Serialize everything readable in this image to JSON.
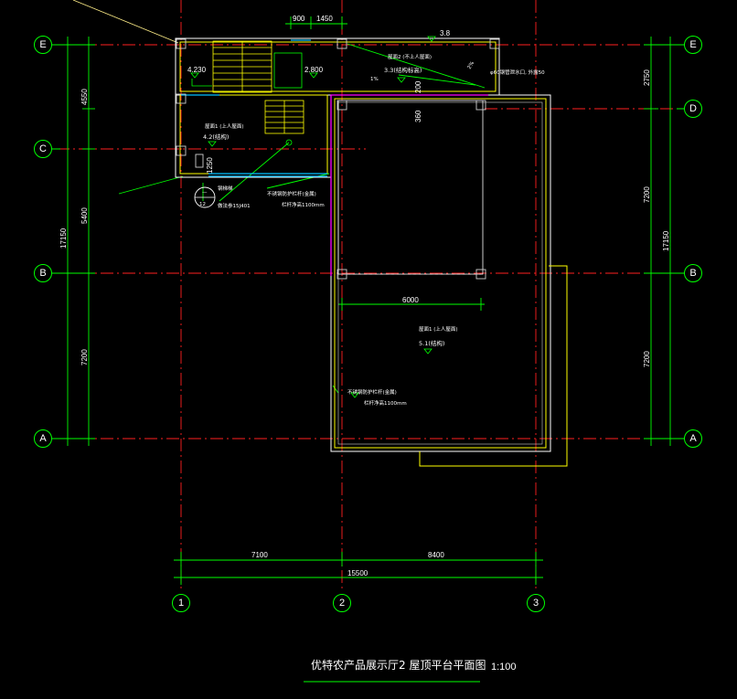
{
  "drawing": {
    "title": "优特农产品展示厅2  屋顶平台平面图",
    "scale": "1:100"
  },
  "axes": {
    "rows_left": [
      {
        "label": "E"
      },
      {
        "label": "C"
      },
      {
        "label": "B"
      },
      {
        "label": "A"
      }
    ],
    "rows_right": [
      {
        "label": "E"
      },
      {
        "label": "D"
      },
      {
        "label": "B"
      },
      {
        "label": "A"
      }
    ],
    "columns": [
      {
        "label": "1"
      },
      {
        "label": "2"
      },
      {
        "label": "3"
      }
    ]
  },
  "dimensions": {
    "bottom_7100": "7100",
    "bottom_8400": "8400",
    "bottom_total": "15500",
    "top_900": "900",
    "top_1450": "1450",
    "left_4550": "4550",
    "left_5400": "5400",
    "left_7200": "7200",
    "left_total": "17150",
    "right_2750": "2750",
    "right_7200a": "7200",
    "right_7200b": "7200",
    "right_total": "17150",
    "inner_6000": "6000",
    "inner_200": "200",
    "inner_360": "360",
    "inner_1250": "1250"
  },
  "elevations": {
    "e_3_8": "3.8",
    "e_4_230": "4.230",
    "e_2_800": "2.800",
    "e_3_3": "3.3(结构标高)",
    "e_4_2": "4.2(结构)",
    "e_5_1": "5.1(结构)"
  },
  "notes": {
    "roof_top": "屋面2 (不上人屋面)",
    "roof_left": "屋面1 (上人屋面)",
    "roof_main": "屋面1 (上人屋面)",
    "drain": "φ60钢管泄水口, 外露50",
    "slope_1": "1%",
    "slope_2": "2%",
    "stair": "钢梯梯",
    "detail_top": "—",
    "detail_bottom": "12",
    "detail_ref": "做法参15J401",
    "rail_1a": "不锈钢防护栏杆(金属)",
    "rail_1b": "栏杆净高1100mm",
    "rail_2a": "不锈钢防护栏杆(金属)",
    "rail_2b": "栏杆净高1100mm"
  },
  "colors": {
    "axis_red": "#ff2020",
    "green": "#00ff00",
    "yellow": "#ffff00",
    "magenta": "#ff00ff",
    "cyan": "#00c0ff",
    "white": "#ffffff",
    "gray": "#9a9a9a",
    "bg": "#000000"
  }
}
